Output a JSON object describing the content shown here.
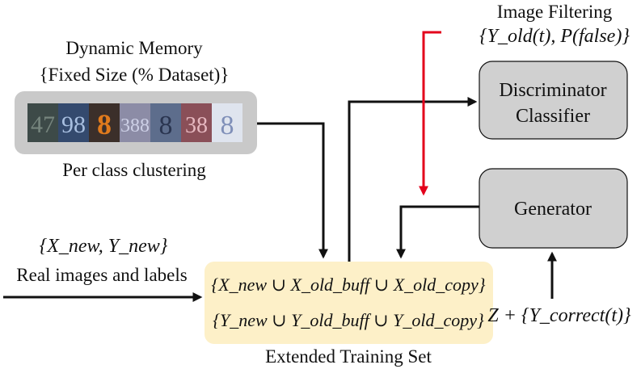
{
  "memory": {
    "title": "Dynamic Memory",
    "subtitle": "{Fixed Size (% Dataset)}",
    "caption": "Per class clustering",
    "thumbnails": [
      "47",
      "98",
      "8",
      "388",
      "8",
      "38",
      "8"
    ]
  },
  "filtering": {
    "title": "Image Filtering",
    "formula": "{Y_old(t), P(false)}"
  },
  "discriminator": {
    "line1": "Discriminator",
    "line2": "Classifier"
  },
  "generator": {
    "label": "Generator"
  },
  "input": {
    "formula": "{X_new, Y_new}",
    "label": "Real images and labels"
  },
  "training_set": {
    "row1": "{X_new ∪ X_old_buff ∪ X_old_copy}",
    "row2": "{Y_new ∪ Y_old_buff ∪ Y_old_copy}",
    "caption": "Extended Training Set"
  },
  "noise": {
    "formula": "Z + {Y_correct(t)}"
  },
  "colors": {
    "accent_red": "#e3001b",
    "box_gray": "#d0d0d0",
    "memory_frame": "#c9c9c9",
    "training_bg": "#fdf0c8"
  }
}
